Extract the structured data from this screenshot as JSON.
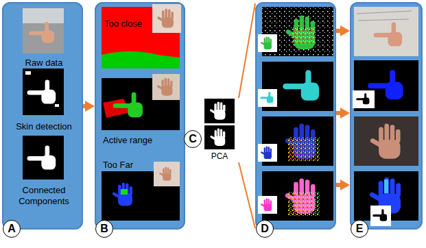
{
  "diagram": {
    "nodes": [
      {
        "text": [
          "Raw data",
          "Skin detection",
          "Connected Components",
          "A"
        ]
      },
      {
        "text": [
          "Too close",
          "Active range",
          "Too Far",
          "B"
        ]
      },
      {
        "text": [
          "PCA",
          "C"
        ]
      },
      {
        "text": [
          "D"
        ]
      },
      {
        "text": [
          "E"
        ]
      }
    ],
    "edges": [
      {
        "from": 0,
        "to": 1,
        "arrow": "to"
      },
      {
        "from": 2,
        "to": 3,
        "arrow": "none"
      },
      {
        "from": 3,
        "to": 4,
        "arrow": "to"
      },
      {
        "from": 3,
        "to": 4,
        "arrow": "to"
      },
      {
        "from": 3,
        "to": 4,
        "arrow": "to"
      }
    ]
  }
}
